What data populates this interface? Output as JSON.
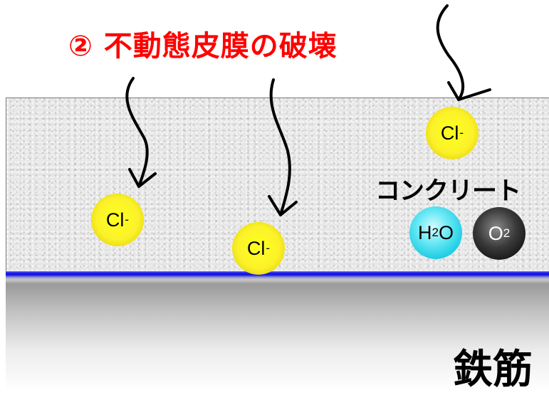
{
  "title": "② 不動態皮膜の破壊",
  "labels": {
    "concrete": "コンクリート",
    "steel": "鉄筋"
  },
  "ions": {
    "chloride": {
      "symbol": "Cl",
      "charge": "-"
    },
    "water": {
      "pre": "H",
      "sub": "2",
      "post": "O"
    },
    "oxygen": {
      "pre": "O",
      "sub": "2"
    }
  },
  "colors": {
    "title": "#ff0000",
    "chloride": "#fbf22a",
    "water": "#2fd3ea",
    "oxygen": "#222222",
    "film": "#1010e0"
  }
}
